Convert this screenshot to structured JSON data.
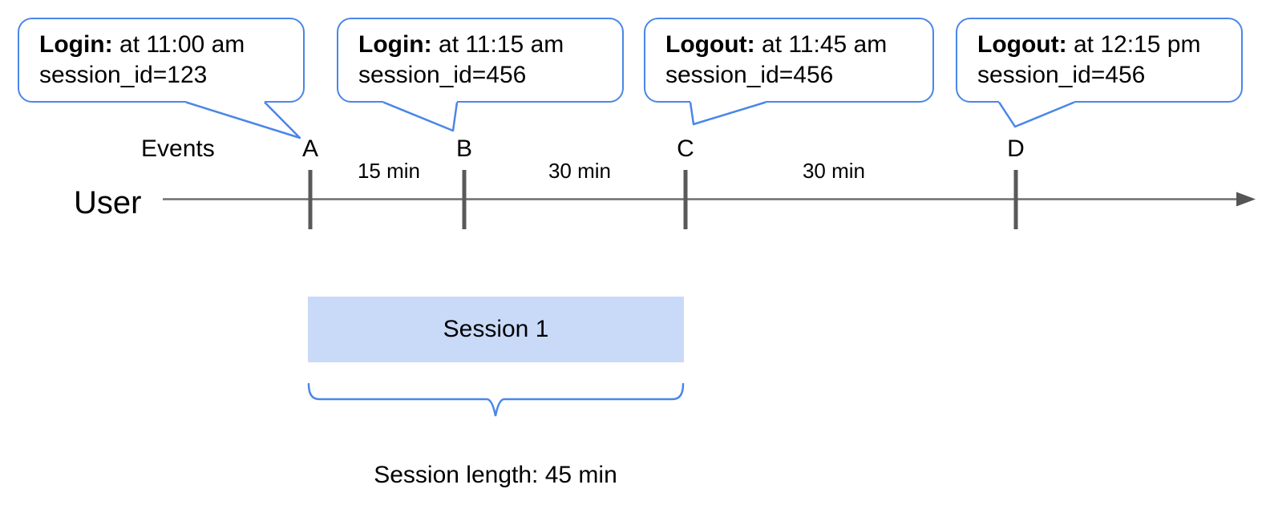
{
  "callouts": [
    {
      "event": "A",
      "action": "Login:",
      "time": "at 11:00 am",
      "session": "session_id=123"
    },
    {
      "event": "B",
      "action": "Login:",
      "time": "at 11:15 am",
      "session": "session_id=456"
    },
    {
      "event": "C",
      "action": "Logout:",
      "time": "at 11:45 am",
      "session": "session_id=456"
    },
    {
      "event": "D",
      "action": "Logout:",
      "time": "at 12:15 pm",
      "session": "session_id=456"
    }
  ],
  "timeline": {
    "events_label": "Events",
    "row_label": "User",
    "markers": [
      "A",
      "B",
      "C",
      "D"
    ],
    "intervals": [
      "15 min",
      "30 min",
      "30 min"
    ]
  },
  "session_block": {
    "label": "Session 1"
  },
  "caption": {
    "text": "Session length: 45 min"
  },
  "colors": {
    "accent_blue": "#4a86e8",
    "session_fill": "#c9daf8",
    "line_gray": "#6e6e6e",
    "tick_gray": "#595959",
    "arrow_gray": "#555555",
    "text_color": "#000000"
  }
}
